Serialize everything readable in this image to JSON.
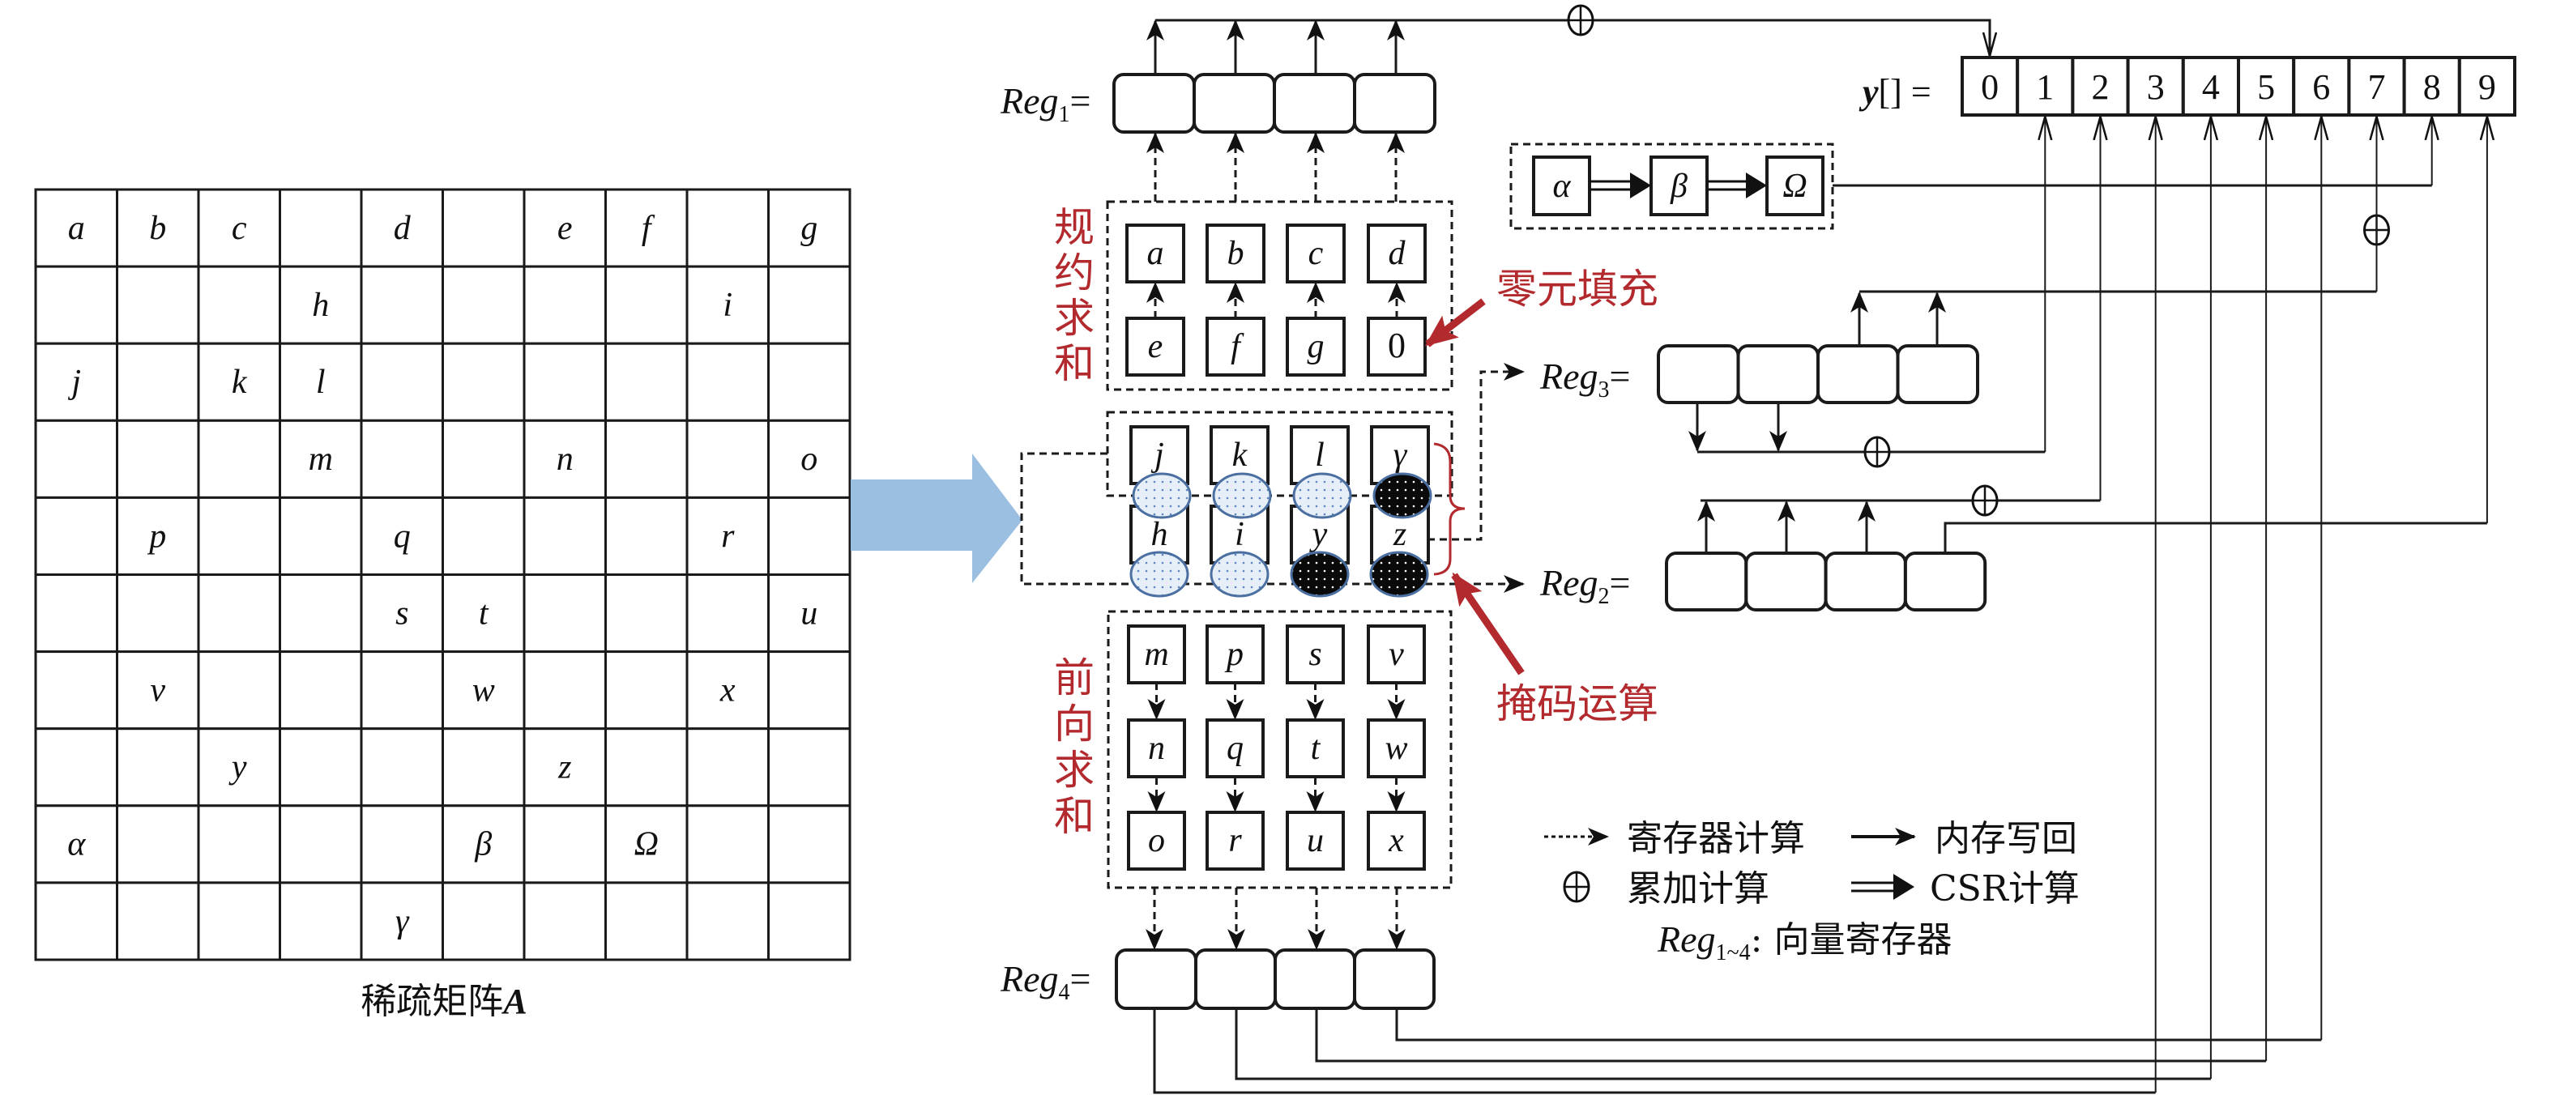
{
  "matrix": {
    "caption_text": "稀疏矩阵",
    "caption_symbol": "A",
    "cells": [
      [
        "a",
        "b",
        "c",
        "",
        "d",
        "",
        "e",
        "f",
        "",
        "g"
      ],
      [
        "",
        "",
        "",
        "h",
        "",
        "",
        "",
        "",
        "i",
        ""
      ],
      [
        "j",
        "",
        "k",
        "l",
        "",
        "",
        "",
        "",
        "",
        ""
      ],
      [
        "",
        "",
        "",
        "m",
        "",
        "",
        "n",
        "",
        "",
        "o"
      ],
      [
        "",
        "p",
        "",
        "",
        "q",
        "",
        "",
        "",
        "r",
        ""
      ],
      [
        "",
        "",
        "",
        "",
        "s",
        "t",
        "",
        "",
        "",
        "u"
      ],
      [
        "",
        "v",
        "",
        "",
        "",
        "w",
        "",
        "",
        "x",
        ""
      ],
      [
        "",
        "",
        "y",
        "",
        "",
        "",
        "z",
        "",
        "",
        ""
      ],
      [
        "α",
        "",
        "",
        "",
        "",
        "β",
        "",
        "Ω",
        "",
        ""
      ],
      [
        "",
        "",
        "",
        "",
        "γ",
        "",
        "",
        "",
        "",
        ""
      ]
    ]
  },
  "registers": {
    "reg1": {
      "name": "Reg",
      "sub": "1",
      "eq": "="
    },
    "reg2": {
      "name": "Reg",
      "sub": "2",
      "eq": "="
    },
    "reg3": {
      "name": "Reg",
      "sub": "3",
      "eq": "="
    },
    "reg4": {
      "name": "Reg",
      "sub": "4",
      "eq": "="
    }
  },
  "reduction": {
    "label": "规约求和",
    "top": [
      "a",
      "b",
      "c",
      "d"
    ],
    "bottom": [
      "e",
      "f",
      "g",
      "0"
    ]
  },
  "zero_fill_label": "零元填充",
  "mask": {
    "label": "掩码运算",
    "top": [
      "j",
      "k",
      "l",
      "γ"
    ],
    "bottom": [
      "h",
      "i",
      "y",
      "z"
    ],
    "top_mask": [
      "light",
      "light",
      "light",
      "dark"
    ],
    "bottom_mask": [
      "light",
      "light",
      "dark",
      "dark"
    ]
  },
  "forward": {
    "label": "前向求和",
    "rows": [
      [
        "m",
        "p",
        "s",
        "v"
      ],
      [
        "n",
        "q",
        "t",
        "w"
      ],
      [
        "o",
        "r",
        "u",
        "x"
      ]
    ]
  },
  "csr": [
    "α",
    "β",
    "Ω"
  ],
  "y_array": {
    "name": "y",
    "suffix": "[] =",
    "cells": [
      "0",
      "1",
      "2",
      "3",
      "4",
      "5",
      "6",
      "7",
      "8",
      "9"
    ]
  },
  "legend": {
    "register_calc": "寄存器计算",
    "memory_writeback": "内存写回",
    "accumulate": "累加计算",
    "csr_calc": "CSR计算",
    "reg_name": "Reg",
    "reg_sub": "1~4",
    "reg_desc": ": 向量寄存器"
  },
  "icons": {
    "accumulate": "circled-plus-icon",
    "register_calc": "dotted-arrow-icon",
    "memory_writeback": "solid-arrow-icon",
    "csr_calc": "double-arrow-icon"
  },
  "colors": {
    "annotation_red": "#b22a2e",
    "transform_arrow": "#9bbfe0",
    "mask_light": "#e6eef8",
    "mask_dark": "#0a0a0a",
    "mask_border": "#4a6fa0"
  }
}
